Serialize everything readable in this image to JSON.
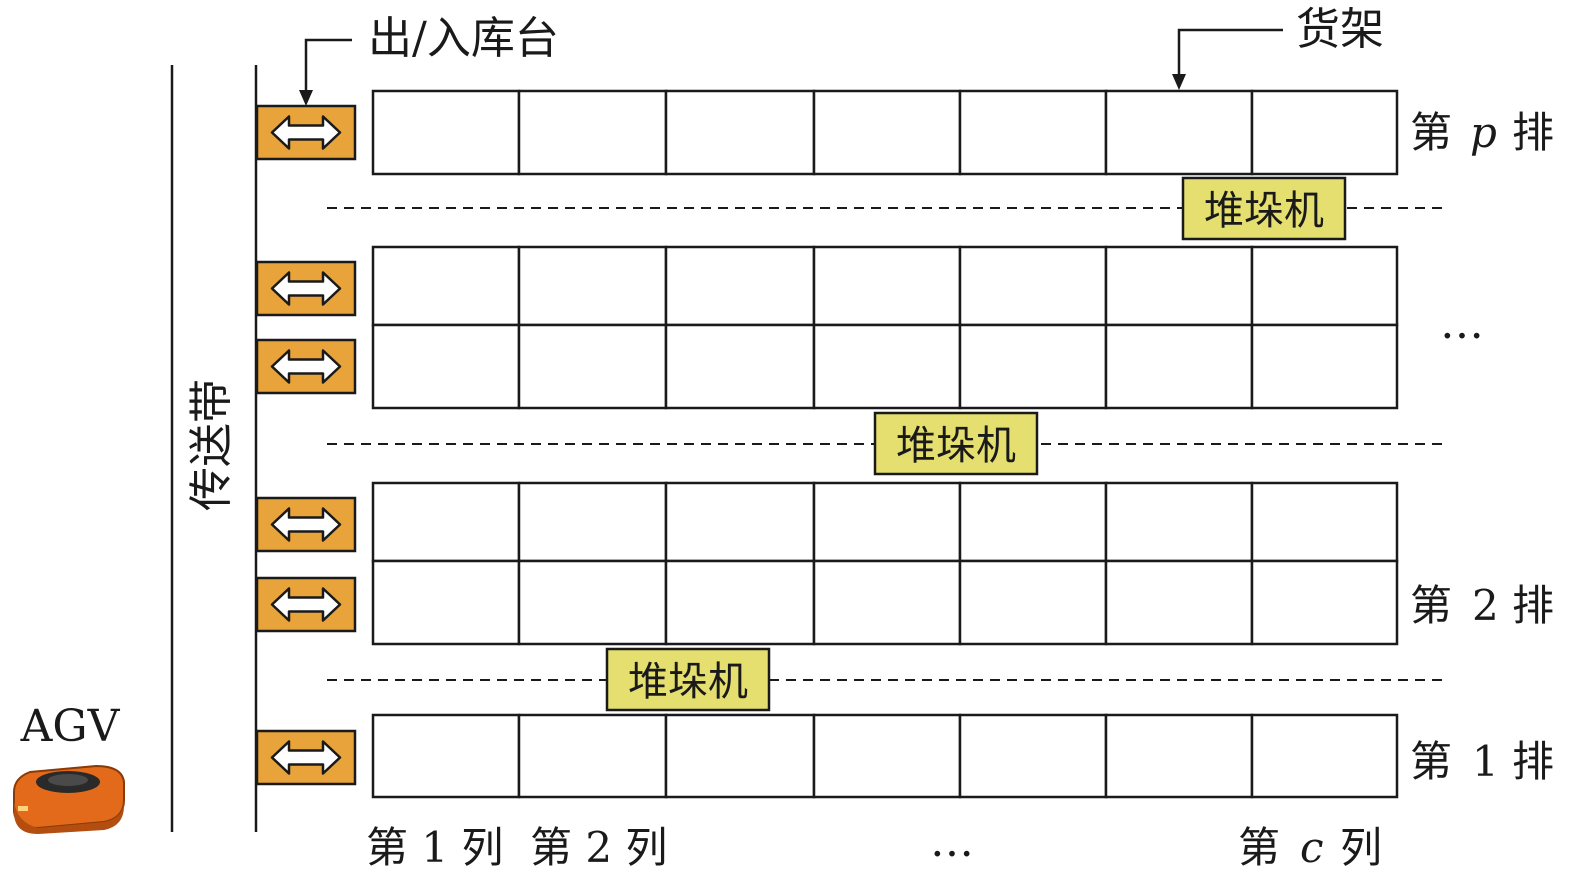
{
  "labels": {
    "io_station": "出/入库台",
    "shelf": "货架",
    "conveyor": "传送带",
    "agv": "AGV",
    "stacker": "堆垛机"
  },
  "row_labels": {
    "row_p": [
      "第",
      "p",
      "排"
    ],
    "row_2": [
      "第",
      "2",
      "排"
    ],
    "row_1": [
      "第",
      "1",
      "排"
    ],
    "ellipsis": "…"
  },
  "col_labels": {
    "col_1": "第 1 列",
    "col_2": "第 2 列",
    "ellipsis": "…",
    "col_c": [
      "第",
      "c",
      "列"
    ]
  },
  "colors": {
    "port": "#e8a33a",
    "stacker": "#e5df6f",
    "agv_body": "#e36a1a",
    "agv_top": "#2a2a2a"
  },
  "icons": {
    "port": "double-arrow-icon",
    "agv": "agv-robot-icon"
  }
}
